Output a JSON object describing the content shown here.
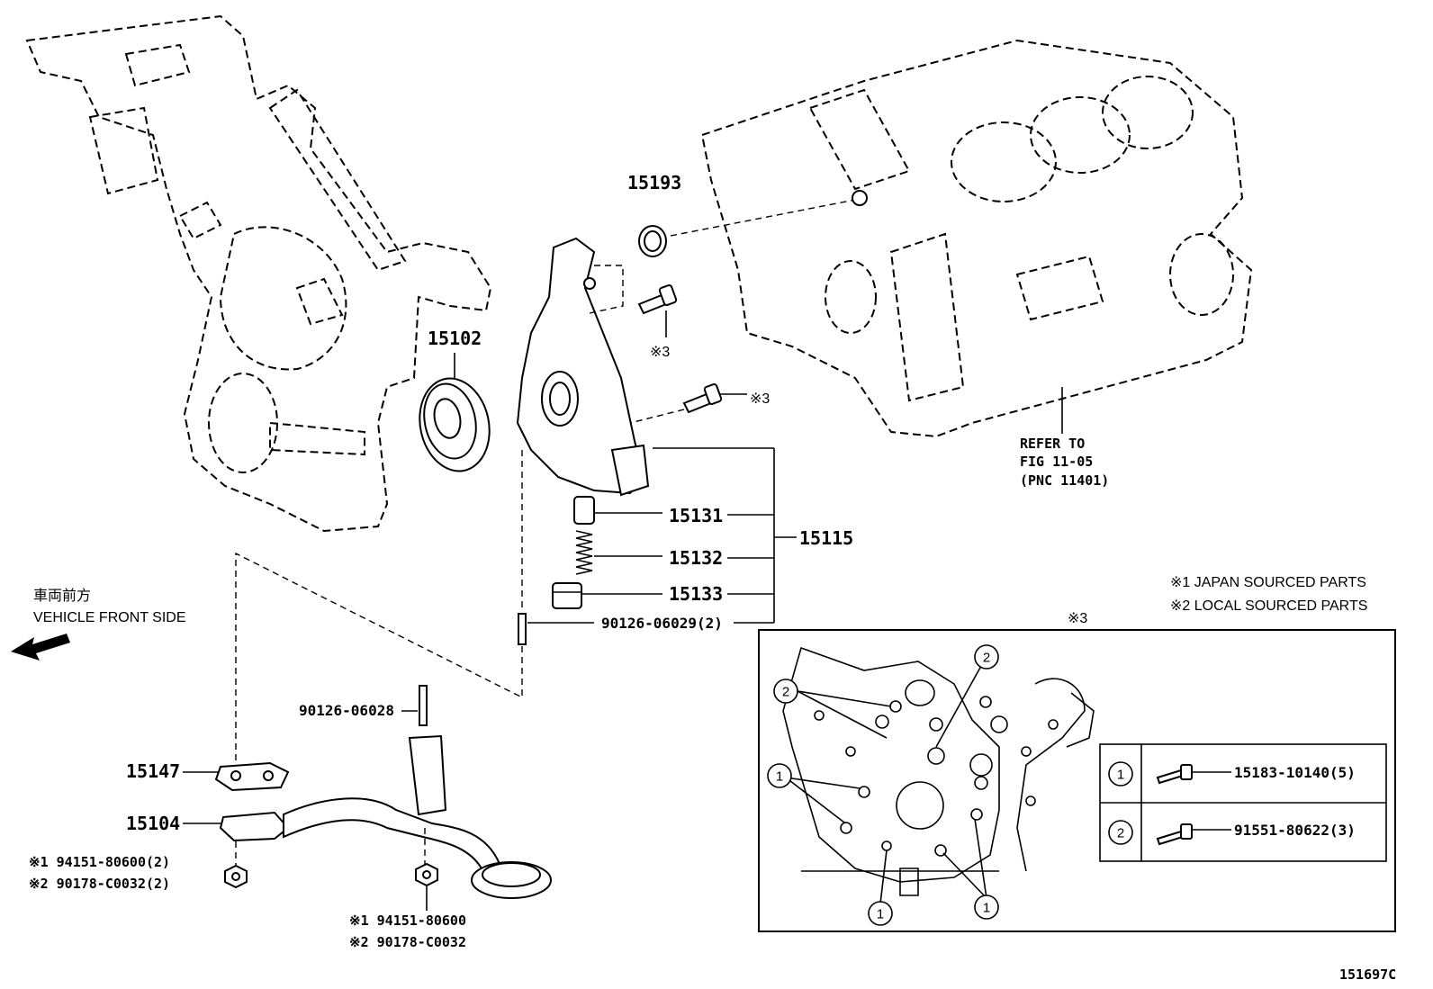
{
  "labels": {
    "p15193": "15193",
    "p15102": "15102",
    "p15131": "15131",
    "p15132": "15132",
    "p15133": "15133",
    "p15115": "15115",
    "p90126_06029": "90126-06029(2)",
    "p90126_06028": "90126-06028",
    "p15147": "15147",
    "p15104": "15104",
    "jp_nut_a": "※1 94151-80600(2)",
    "local_nut_a": "※2 90178-C0032(2)",
    "jp_nut_b": "※1 94151-80600",
    "local_nut_b": "※2 90178-C0032",
    "mark3_a": "※3",
    "mark3_b": "※3",
    "mark3_box": "※3",
    "refer_1": "REFER TO",
    "refer_2": "FIG 11-05",
    "refer_3": "(PNC 11401)",
    "front_jp": "車両前方",
    "front_en": "VEHICLE FRONT SIDE",
    "legend_1": "※1 JAPAN SOURCED PARTS",
    "legend_2": "※2 LOCAL SOURCED PARTS",
    "figure_id": "151697C"
  },
  "inset": {
    "marker_1": "1",
    "marker_2": "2",
    "table": [
      {
        "key": "1",
        "part": "15183-10140(5)"
      },
      {
        "key": "2",
        "part": "91551-80622(3)"
      }
    ]
  }
}
